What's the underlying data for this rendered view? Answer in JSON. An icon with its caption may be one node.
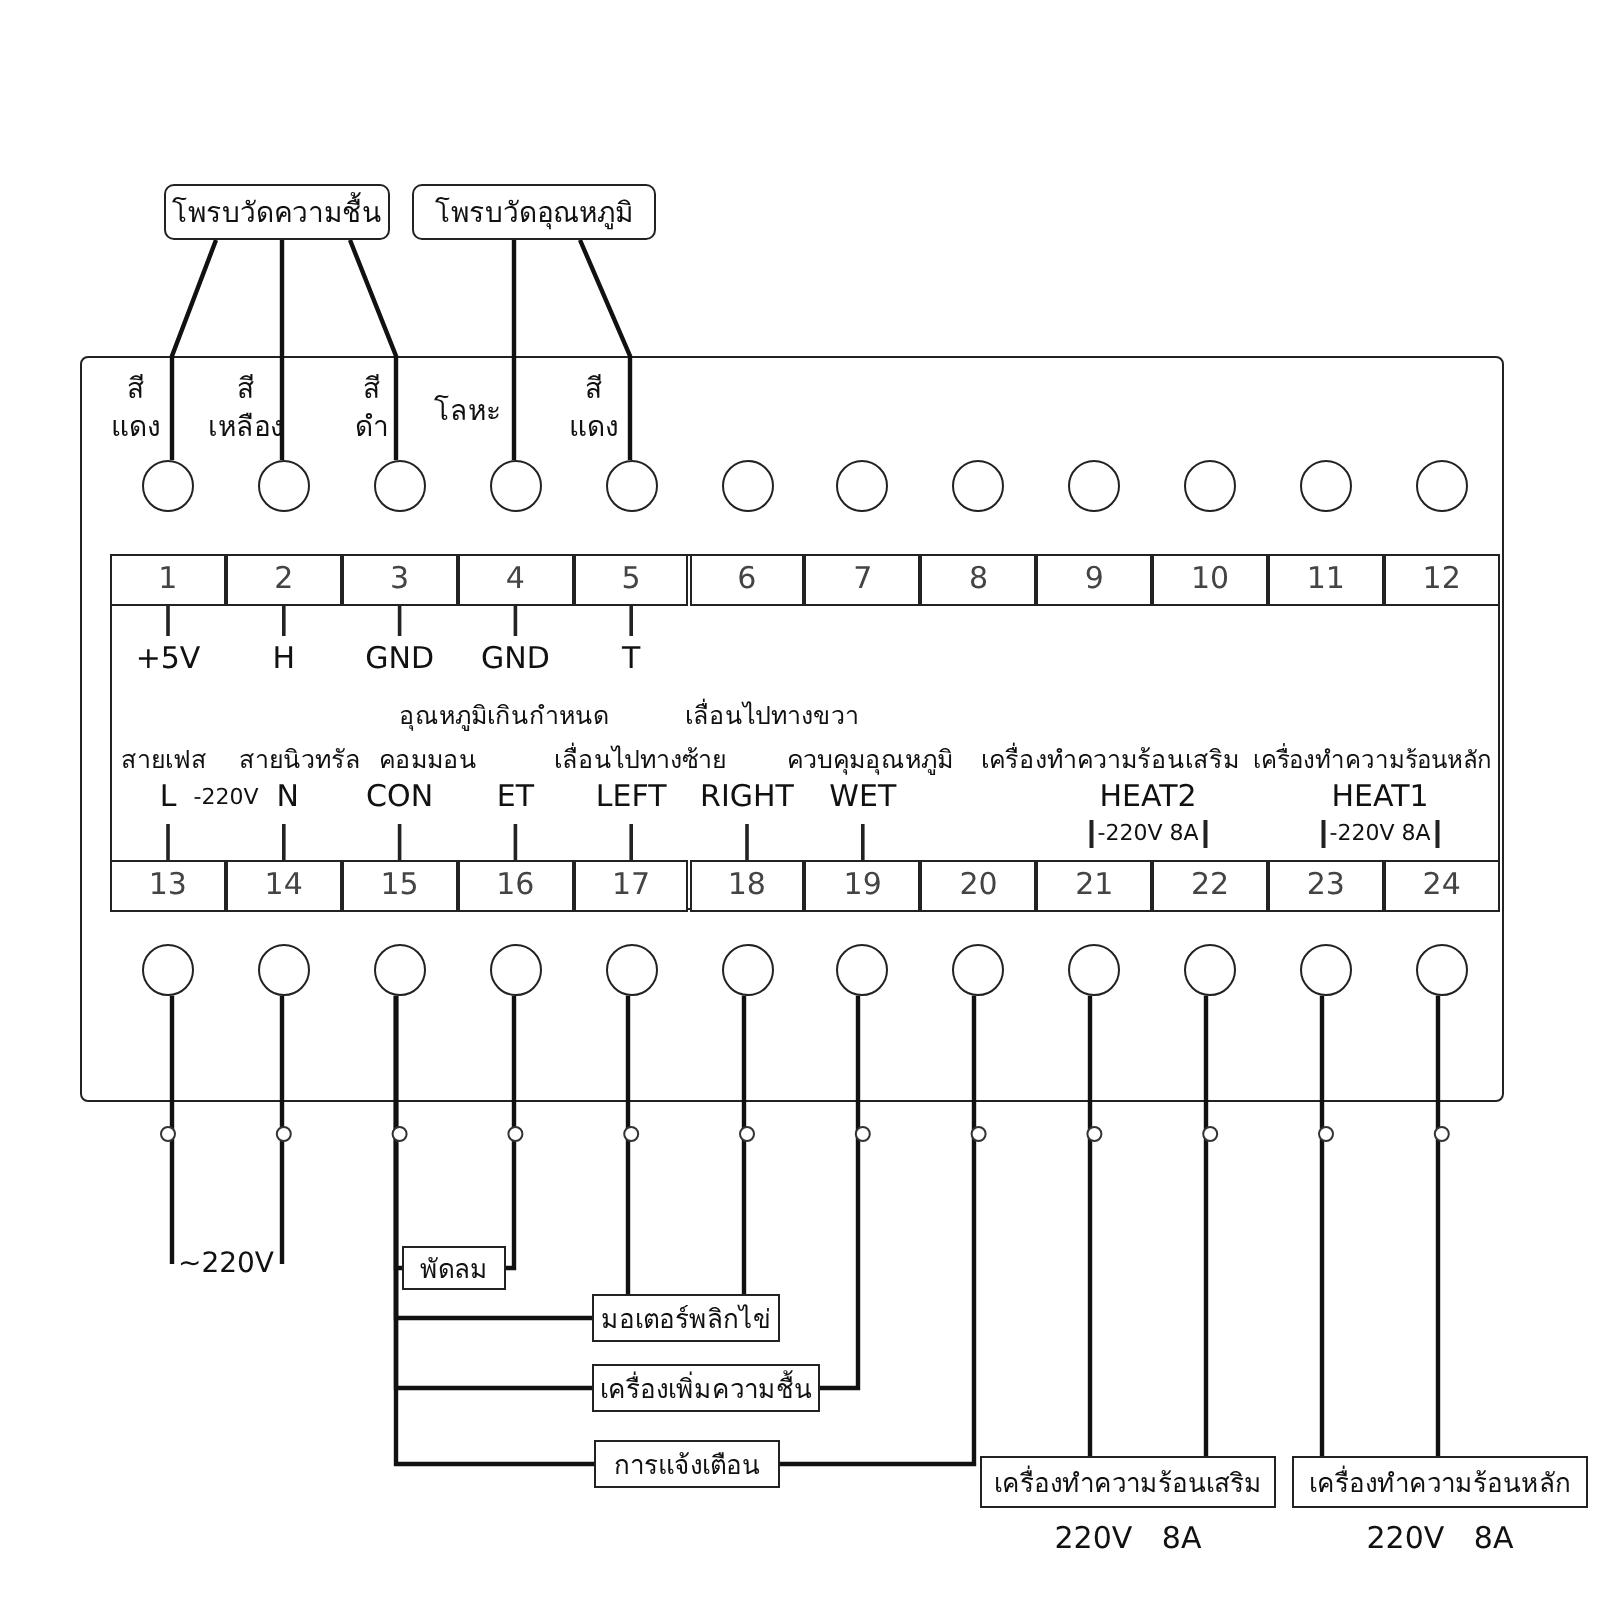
{
  "diagram": {
    "nodes": [
      {
        "text": [
          "โพรบวัดความชื้น"
        ]
      },
      {
        "text": [
          "โพรบวัดอุณหภูมิ"
        ]
      },
      {
        "text": [],
        "shape": "circle"
      },
      {
        "text": [],
        "shape": "circle"
      },
      {
        "text": [],
        "shape": "circle"
      },
      {
        "text": [],
        "shape": "circle"
      },
      {
        "text": [],
        "shape": "circle"
      },
      {
        "text": [],
        "shape": "circle"
      },
      {
        "text": [],
        "shape": "circle"
      },
      {
        "text": [],
        "shape": "circle"
      },
      {
        "text": [],
        "shape": "circle"
      },
      {
        "text": [],
        "shape": "circle"
      },
      {
        "text": [],
        "shape": "circle"
      },
      {
        "text": [],
        "shape": "circle"
      },
      {
        "text": [],
        "shape": "circle"
      },
      {
        "text": [],
        "shape": "circle"
      },
      {
        "text": [],
        "shape": "circle"
      },
      {
        "text": [],
        "shape": "circle"
      },
      {
        "text": [],
        "shape": "circle"
      },
      {
        "text": [],
        "shape": "circle"
      },
      {
        "text": [],
        "shape": "circle"
      },
      {
        "text": [],
        "shape": "circle"
      },
      {
        "text": [],
        "shape": "circle"
      },
      {
        "text": [],
        "shape": "circle"
      },
      {
        "text": [],
        "shape": "circle"
      },
      {
        "text": [],
        "shape": "circle"
      },
      {
        "text": [
          "พัดลม"
        ]
      },
      {
        "text": [
          "มอเตอร์พลิกไข่"
        ]
      },
      {
        "text": [
          "เครื่องเพิ่มความชื้น"
        ]
      },
      {
        "text": [
          "การแจ้งเตือน"
        ]
      },
      {
        "text": [
          "เครื่องทำความร้อนเสริม"
        ],
        "beside": [
          "220V 8A"
        ]
      },
      {
        "text": [
          "เครื่องทำความร้อนหลัก"
        ],
        "beside": [
          "220V 8A"
        ]
      },
      {
        "text": [
          "~220V"
        ]
      }
    ],
    "edges": [
      {
        "from": 0,
        "to": 2,
        "arrow": "none"
      },
      {
        "from": 0,
        "to": 3,
        "arrow": "none"
      },
      {
        "from": 0,
        "to": 4,
        "arrow": "none"
      },
      {
        "from": 1,
        "to": 5,
        "arrow": "none"
      },
      {
        "from": 1,
        "to": 6,
        "arrow": "none"
      },
      {
        "from": 14,
        "to": 32,
        "arrow": "none"
      },
      {
        "from": 15,
        "to": 32,
        "arrow": "none"
      },
      {
        "from": 16,
        "to": 26,
        "arrow": "none"
      },
      {
        "from": 16,
        "to": 27,
        "arrow": "none"
      },
      {
        "from": 16,
        "to": 28,
        "arrow": "none"
      },
      {
        "from": 16,
        "to": 29,
        "arrow": "none"
      },
      {
        "from": 17,
        "to": 26,
        "arrow": "none"
      },
      {
        "from": 18,
        "to": 27,
        "arrow": "none"
      },
      {
        "from": 19,
        "to": 27,
        "arrow": "none"
      },
      {
        "from": 20,
        "to": 28,
        "arrow": "none"
      },
      {
        "from": 21,
        "to": 29,
        "arrow": "none"
      },
      {
        "from": 22,
        "to": 30,
        "arrow": "none"
      },
      {
        "from": 23,
        "to": 30,
        "arrow": "none"
      },
      {
        "from": 24,
        "to": 31,
        "arrow": "none"
      },
      {
        "from": 25,
        "to": 31,
        "arrow": "none"
      }
    ],
    "labels": [
      "สี แดง",
      "สี เหลือง",
      "สี ดำ",
      "โลหะ",
      "สี แดง",
      "1",
      "2",
      "3",
      "4",
      "5",
      "6",
      "7",
      "8",
      "9",
      "10",
      "11",
      "12",
      "+5V",
      "H",
      "GND",
      "GND",
      "T",
      "อุณหภูมิเกินกำหนด",
      "เลื่อนไปทางขวา",
      "สายเฟส",
      "สายนิวทรัล",
      "คอมมอน",
      "เลื่อนไปทางซ้าย",
      "ควบคุมอุณหภูมิ",
      "เครื่องทำความร้อนเสริม",
      "เครื่องทำความร้อนหลัก",
      "L",
      "-220V",
      "N",
      "CON",
      "ET",
      "LEFT",
      "RIGHT",
      "WET",
      "HEAT2",
      "HEAT1",
      "-220V 8A",
      "-220V 8A",
      "13",
      "14",
      "15",
      "16",
      "17",
      "18",
      "19",
      "20",
      "21",
      "22",
      "23",
      "24"
    ]
  }
}
